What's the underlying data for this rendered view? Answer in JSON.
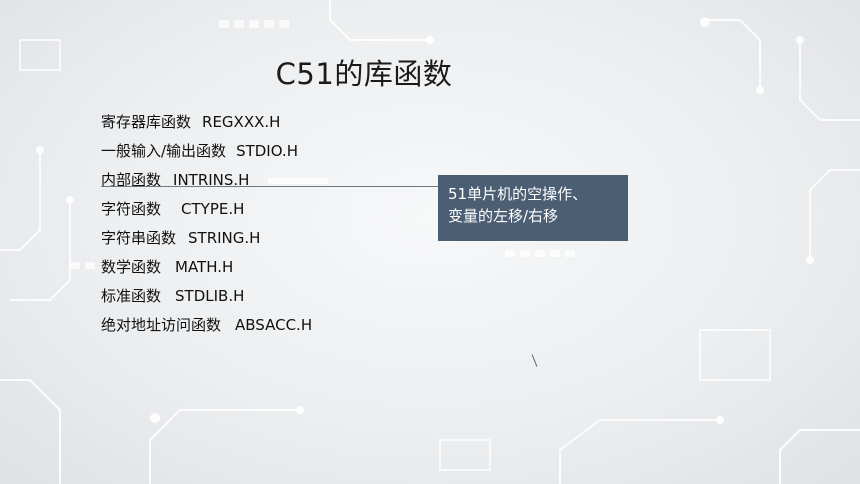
{
  "slide": {
    "title": "C51的库函数",
    "libraries": [
      {
        "name": "寄存器库函数",
        "file": "REGXXX.H"
      },
      {
        "name": "一般输入/输出函数",
        "file": "STDIO.H"
      },
      {
        "name": "内部函数",
        "file": "INTRINS.H"
      },
      {
        "name": "字符函数",
        "file": "CTYPE.H"
      },
      {
        "name": "字符串函数",
        "file": "STRING.H"
      },
      {
        "name": "数学函数",
        "file": "MATH.H"
      },
      {
        "name": "标准函数",
        "file": "STDLIB.H"
      },
      {
        "name": "绝对地址访问函数",
        "file": "ABSACC.H"
      }
    ],
    "callout": {
      "lines": [
        "51单片机的空操作、",
        "变量的左移/右移"
      ]
    }
  },
  "colors": {
    "callout_background": "#4b5e73",
    "text": "#111111",
    "background": "#eceef0"
  }
}
